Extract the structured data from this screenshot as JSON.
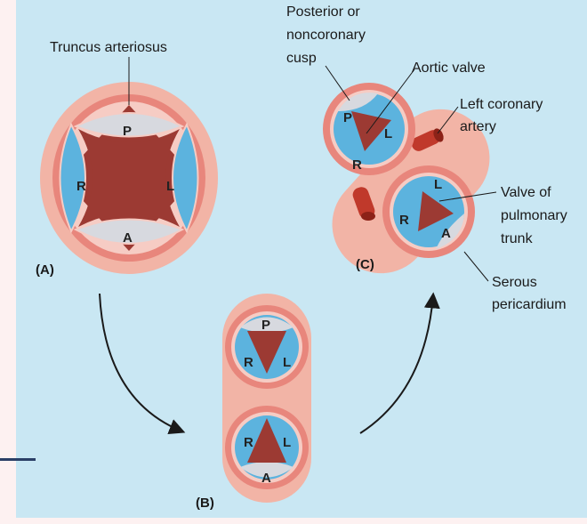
{
  "labels": {
    "truncus": "Truncus arteriosus",
    "posterior": [
      "Posterior or",
      "noncoronary",
      "cusp"
    ],
    "aortic_valve": "Aortic valve",
    "left_coronary": [
      "Left coronary",
      "artery"
    ],
    "valve_pulmonary": [
      "Valve of",
      "pulmonary",
      "trunk"
    ],
    "serous": [
      "Serous",
      "pericardium"
    ]
  },
  "panels": {
    "a": "(A)",
    "b": "(B)",
    "c": "(C)"
  },
  "cusps": {
    "P": "P",
    "L": "L",
    "R": "R",
    "A": "A"
  },
  "colors": {
    "background": "#c9e7f3",
    "lumen": "#9c3a33",
    "cusp_blue": "#5cb3de",
    "cusp_gray": "#d7d9df",
    "vessel_wall": "#e8867c",
    "outer_glow": "#f2b4a6",
    "coronary": "#c0392b"
  }
}
